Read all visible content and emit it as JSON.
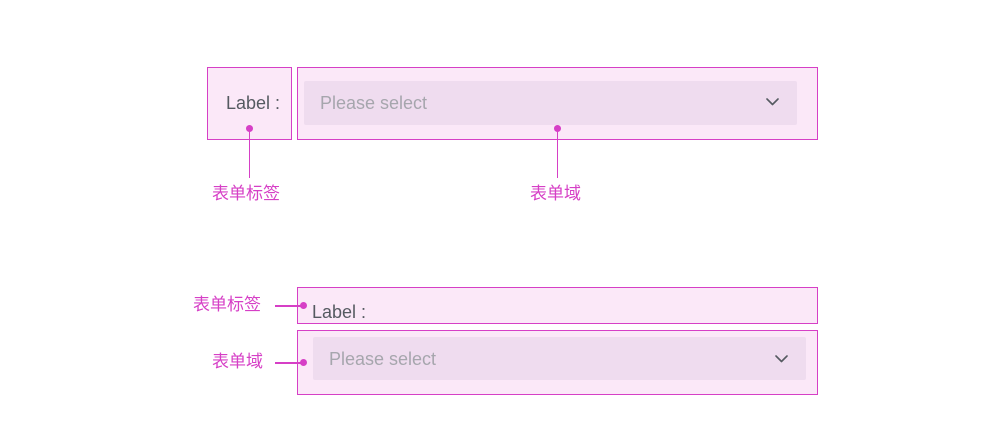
{
  "colors": {
    "annotation": "#d63fc6",
    "box_fill": "#fbe8f8",
    "select_fill": "#efdcef",
    "label_text": "#555a61",
    "placeholder_text": "#a6a6ad"
  },
  "horizontal_layout": {
    "label": "Label :",
    "select_placeholder": "Please select",
    "dropdown_icon": "chevron-down-icon",
    "annotation_label": "表单标签",
    "annotation_field": "表单域"
  },
  "vertical_layout": {
    "label": "Label :",
    "select_placeholder": "Please select",
    "dropdown_icon": "chevron-down-icon",
    "annotation_label": "表单标签",
    "annotation_field": "表单域"
  }
}
